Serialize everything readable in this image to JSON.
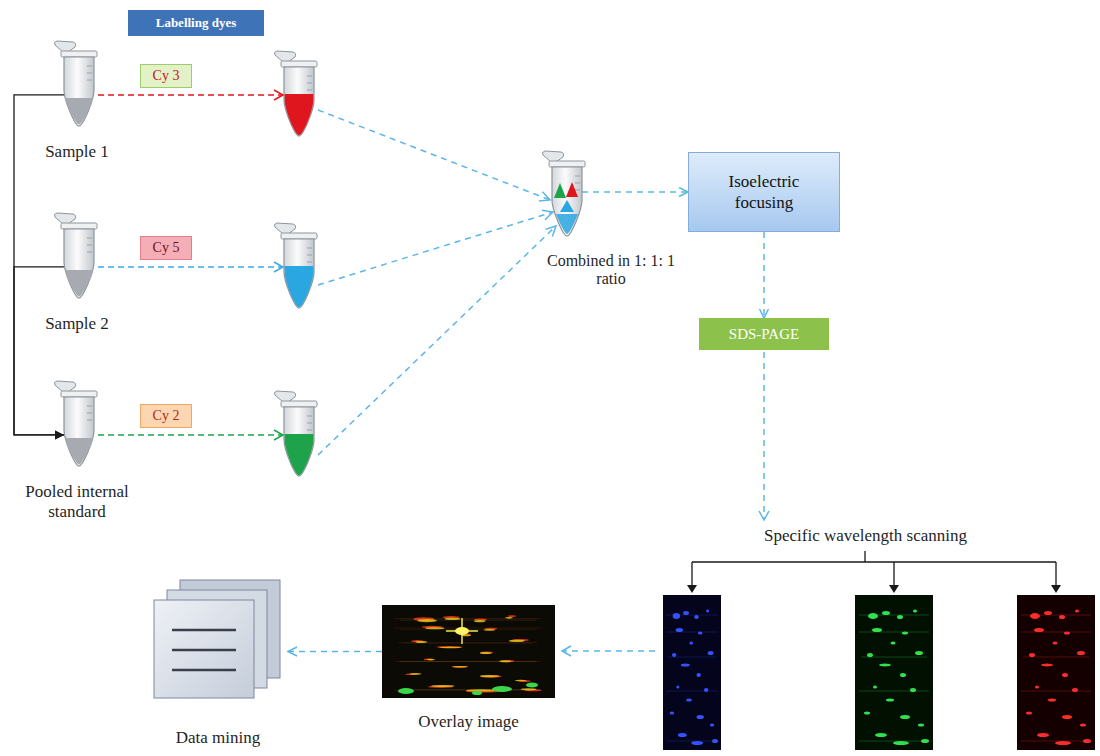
{
  "diagram": {
    "nodes": [
      {
        "text": [
          "Labelling dyes"
        ]
      },
      {
        "text": [
          "Sample 1"
        ]
      },
      {
        "text": [
          "Cy 3"
        ]
      },
      {
        "text": [
          "Sample 2"
        ]
      },
      {
        "text": [
          "Cy 5"
        ]
      },
      {
        "text": [
          "Pooled internal standard"
        ]
      },
      {
        "text": [
          "Cy 2"
        ]
      },
      {
        "text": [
          "Combined in 1: 1: 1 ratio"
        ]
      },
      {
        "text": [
          "Isoelectric focusing"
        ]
      },
      {
        "text": [
          "SDS-PAGE"
        ]
      },
      {
        "text": [
          "Overlay image"
        ]
      },
      {
        "text": [
          "Data mining"
        ]
      }
    ],
    "edges": [
      {
        "from": 1,
        "to": 5,
        "arrow": "to"
      },
      {
        "from": 3,
        "to": 5,
        "arrow": "to"
      },
      {
        "from": 7,
        "to": 8,
        "arrow": "to"
      },
      {
        "from": 8,
        "to": 9,
        "arrow": "to"
      },
      {
        "from": 10,
        "to": 11,
        "arrow": "to"
      }
    ],
    "labels": [
      "Specific wavelength scanning"
    ]
  }
}
